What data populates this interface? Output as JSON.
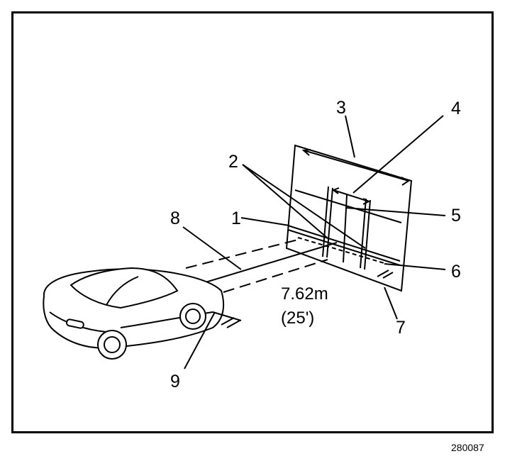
{
  "diagram": {
    "callouts": [
      "1",
      "2",
      "3",
      "4",
      "5",
      "6",
      "7",
      "8",
      "9"
    ],
    "distance": {
      "metric": "7.62m",
      "imperial": "(25')"
    },
    "figure_id": "280087"
  }
}
